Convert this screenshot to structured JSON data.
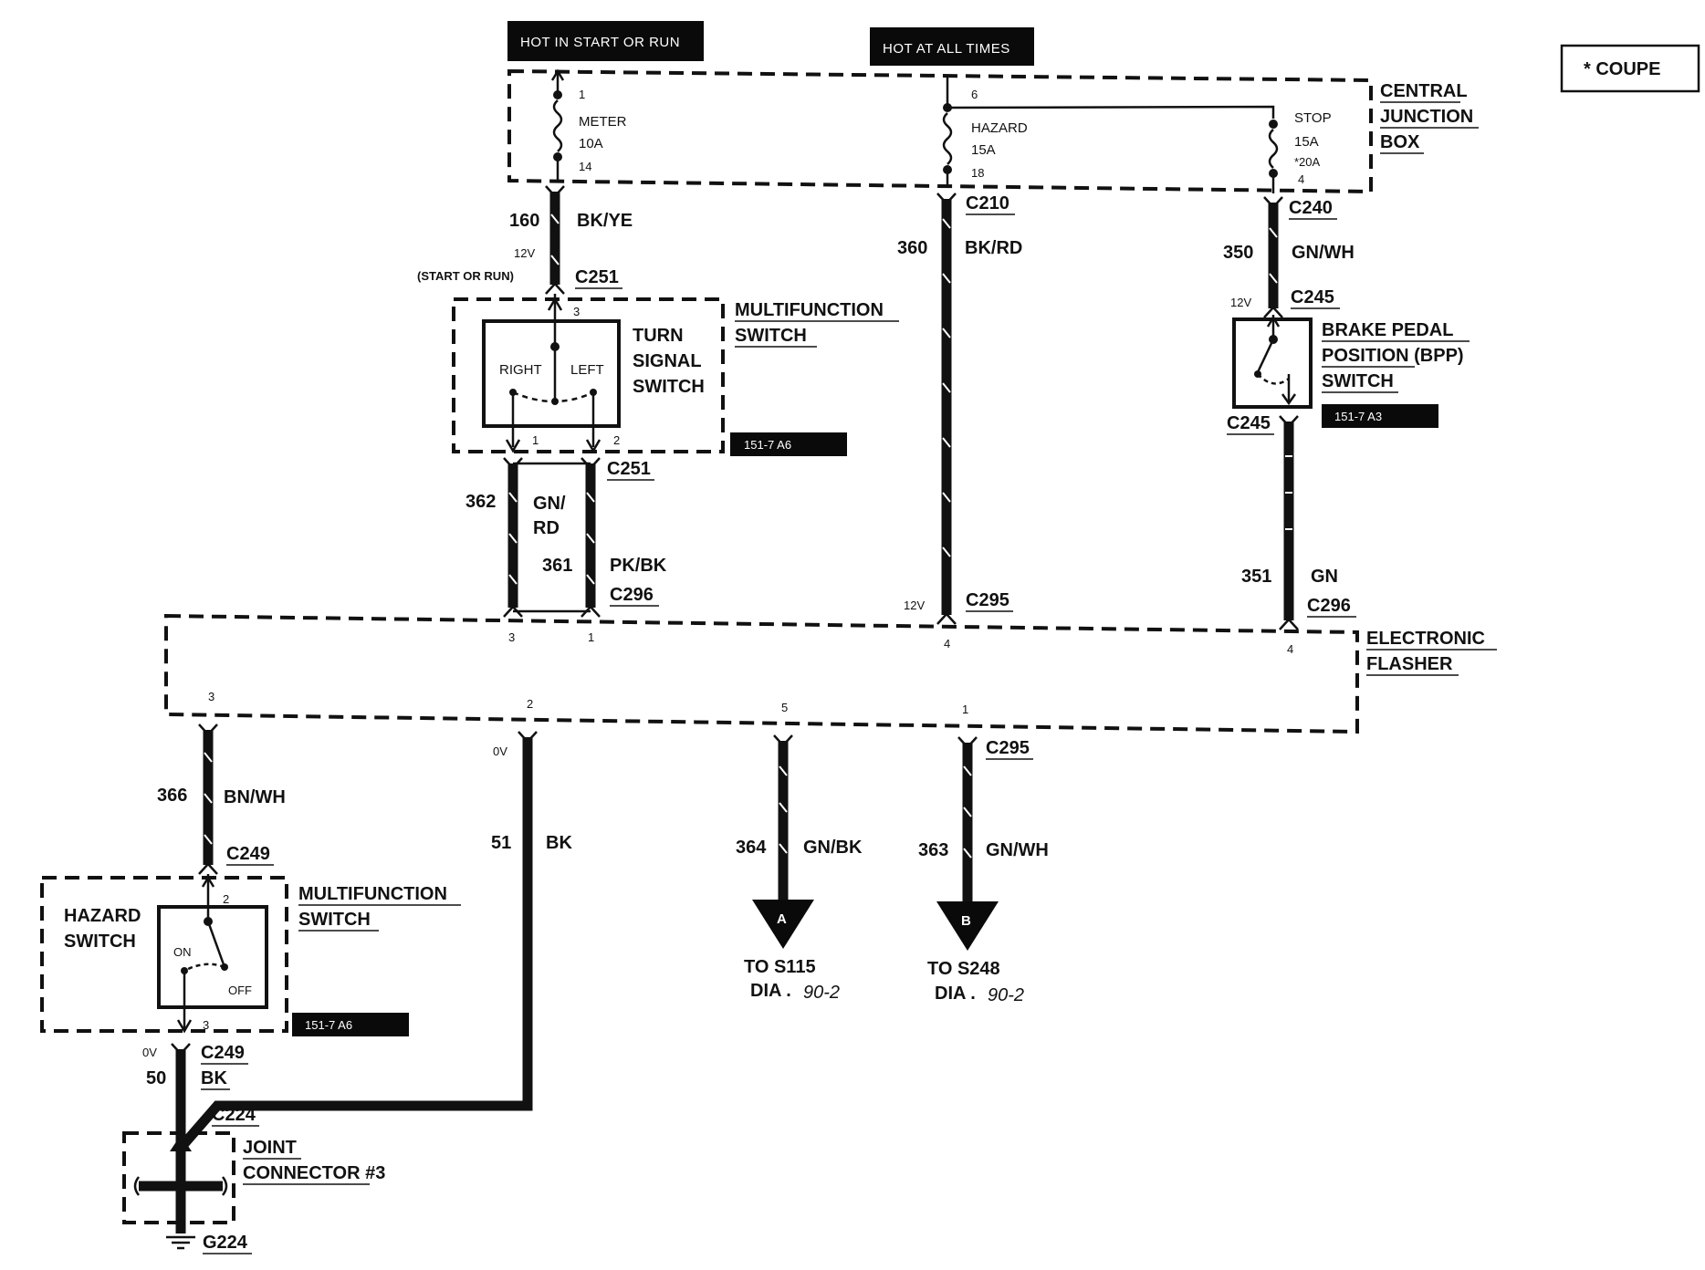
{
  "headers": {
    "hot_start_run": "HOT IN START OR RUN",
    "hot_all_times": "HOT AT ALL TIMES"
  },
  "legend": {
    "coupe": "* COUPE"
  },
  "central_junction_box": {
    "label_line1": "CENTRAL",
    "label_line2": "JUNCTION",
    "label_line3": "BOX",
    "meter_fuse": {
      "pin_in": "1",
      "name": "METER",
      "rating": "10A",
      "pin_out": "14"
    },
    "hazard_fuse": {
      "pin_in": "6",
      "name": "HAZARD",
      "rating": "15A",
      "pin_out": "18"
    },
    "stop_fuse": {
      "name": "STOP",
      "rating": "15A",
      "rating_alt": "*20A",
      "pin_out": "4"
    }
  },
  "connectors": {
    "c210": "C210",
    "c240": "C240",
    "c245_top": "C245",
    "c245_bottom": "C245",
    "c251_top": "C251",
    "c251_bottom": "C251",
    "c296_left": "C296",
    "c296_right": "C296",
    "c295_top": "C295",
    "c295_bottom": "C295",
    "c249_top": "C249",
    "c249_bottom": "C249",
    "c224": "C224",
    "g224": "G224"
  },
  "wires": {
    "w160": {
      "circuit": "160",
      "color": "BK/YE"
    },
    "w360": {
      "circuit": "360",
      "color": "BK/RD"
    },
    "w350": {
      "circuit": "350",
      "color": "GN/WH"
    },
    "w362": {
      "circuit": "362",
      "color_line1": "GN/",
      "color_line2": "RD"
    },
    "w361": {
      "circuit": "361",
      "color": "PK/BK"
    },
    "w351": {
      "circuit": "351",
      "color": "GN"
    },
    "w366": {
      "circuit": "366",
      "color": "BN/WH"
    },
    "w51": {
      "circuit": "51",
      "color": "BK"
    },
    "w364": {
      "circuit": "364",
      "color": "GN/BK"
    },
    "w363": {
      "circuit": "363",
      "color": "GN/WH"
    },
    "w50": {
      "circuit": "50",
      "color": "BK"
    }
  },
  "voltages": {
    "v12_start_run": "12V",
    "start_or_run": "(START OR RUN)",
    "v12_c295": "12V",
    "v12_c245": "12V",
    "v0_flasher": "0V",
    "v0_c249": "0V"
  },
  "turn_signal_switch": {
    "group_line1": "MULTIFUNCTION",
    "group_line2": "SWITCH",
    "name_line1": "TURN",
    "name_line2": "SIGNAL",
    "name_line3": "SWITCH",
    "right": "RIGHT",
    "left": "LEFT",
    "pin_top": "3",
    "pin_1": "1",
    "pin_2": "2",
    "ref": "151-7 A6"
  },
  "bpp_switch": {
    "line1": "BRAKE PEDAL",
    "line2": "POSITION (BPP)",
    "line3": "SWITCH",
    "ref": "151-7 A3"
  },
  "electronic_flasher": {
    "line1": "ELECTRONIC",
    "line2": "FLASHER",
    "pin_top_3": "3",
    "pin_top_1": "1",
    "pin_top_4a": "4",
    "pin_top_4b": "4",
    "pin_bot_3": "3",
    "pin_bot_2": "2",
    "pin_bot_5": "5",
    "pin_bot_1": "1"
  },
  "hazard_switch": {
    "group_line1": "MULTIFUNCTION",
    "group_line2": "SWITCH",
    "name_line1": "HAZARD",
    "name_line2": "SWITCH",
    "on": "ON",
    "off": "OFF",
    "pin_top": "2",
    "pin_bottom": "3",
    "ref": "151-7 A6"
  },
  "joint_connector": {
    "line1": "JOINT",
    "line2": "CONNECTOR #3"
  },
  "destinations": {
    "a": {
      "letter": "A",
      "line1": "TO S115",
      "dia": "DIA .",
      "page": "90-2"
    },
    "b": {
      "letter": "B",
      "line1": "TO S248",
      "dia": "DIA .",
      "page": "90-2"
    }
  }
}
